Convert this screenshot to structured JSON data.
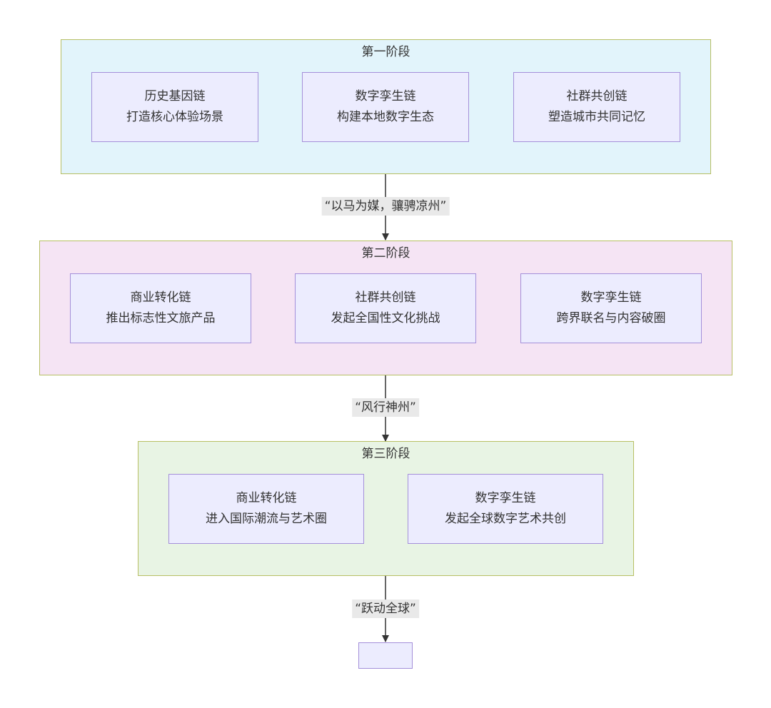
{
  "stages": [
    {
      "title": "第一阶段",
      "bg": "#e2f4fb",
      "nodes": [
        {
          "line1": "历史基因链",
          "line2": "打造核心体验场景"
        },
        {
          "line1": "数字孪生链",
          "line2": "构建本地数字生态"
        },
        {
          "line1": "社群共创链",
          "line2": "塑造城市共同记忆"
        }
      ]
    },
    {
      "title": "第二阶段",
      "bg": "#f5e4f4",
      "nodes": [
        {
          "line1": "商业转化链",
          "line2": "推出标志性文旅产品"
        },
        {
          "line1": "社群共创链",
          "line2": "发起全国性文化挑战"
        },
        {
          "line1": "数字孪生链",
          "line2": "跨界联名与内容破圈"
        }
      ]
    },
    {
      "title": "第三阶段",
      "bg": "#e8f4e4",
      "nodes": [
        {
          "line1": "商业转化链",
          "line2": "进入国际潮流与艺术圈"
        },
        {
          "line1": "数字孪生链",
          "line2": "发起全球数字艺术共创"
        }
      ]
    }
  ],
  "edges": [
    {
      "label": "“以马为媒，骧骋凉州”"
    },
    {
      "label": "“风行神州”"
    },
    {
      "label": "“跃动全球”"
    }
  ],
  "colors": {
    "stage_border": "#b7bf63",
    "node_fill": "#ececfe",
    "node_border": "#a48fd9",
    "edge_line": "#333333",
    "edge_label_bg": "#e9e9e9"
  }
}
